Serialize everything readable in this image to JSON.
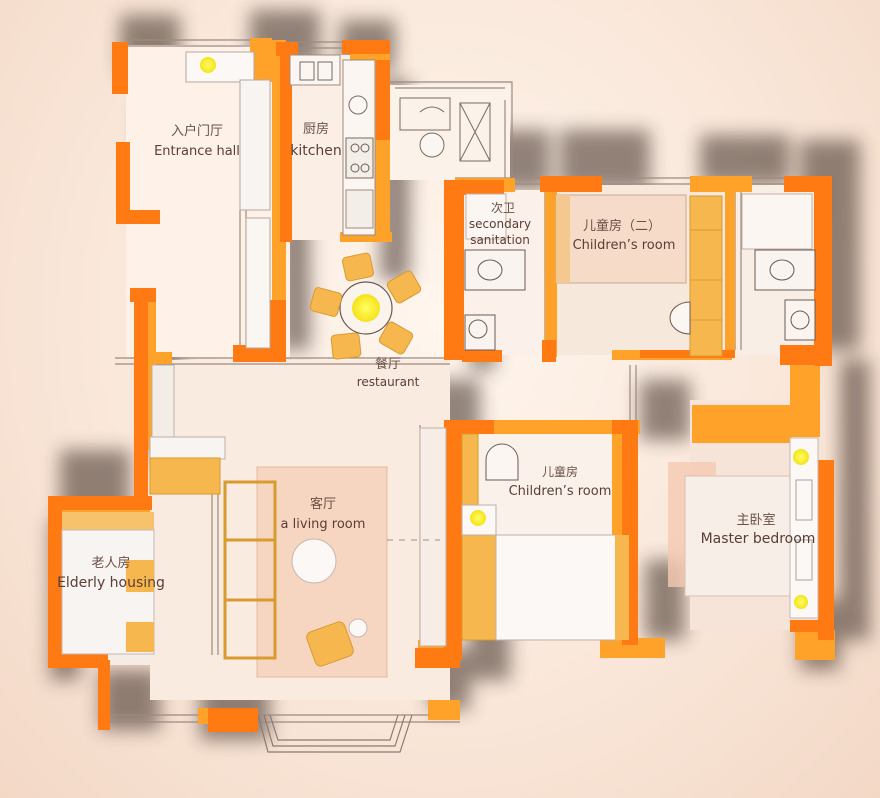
{
  "rooms": {
    "entrance": {
      "zh": "入户门厅",
      "en": "Entrance hall"
    },
    "kitchen": {
      "zh": "厨房",
      "en": "kitchen"
    },
    "secondary": {
      "zh": "次卫",
      "en1": "secondary",
      "en2": "sanitation"
    },
    "children2": {
      "zh": "儿童房（二）",
      "en": "Children’s room"
    },
    "dining": {
      "zh": "餐厅",
      "en": "restaurant"
    },
    "living": {
      "zh": "客厅",
      "en": "a living room"
    },
    "children1": {
      "zh": "儿童房",
      "en": "Children’s room"
    },
    "master": {
      "zh": "主卧室",
      "en": "Master bedroom"
    },
    "elderly": {
      "zh": "老人房",
      "en": "Elderly housing"
    }
  },
  "colors": {
    "wall_orange": "#ff7a12",
    "wall_light": "#ffa22a",
    "furniture_orange": "#f6b84e",
    "carpet": "#f6d6c0",
    "lamp": "#f7ef3a"
  }
}
